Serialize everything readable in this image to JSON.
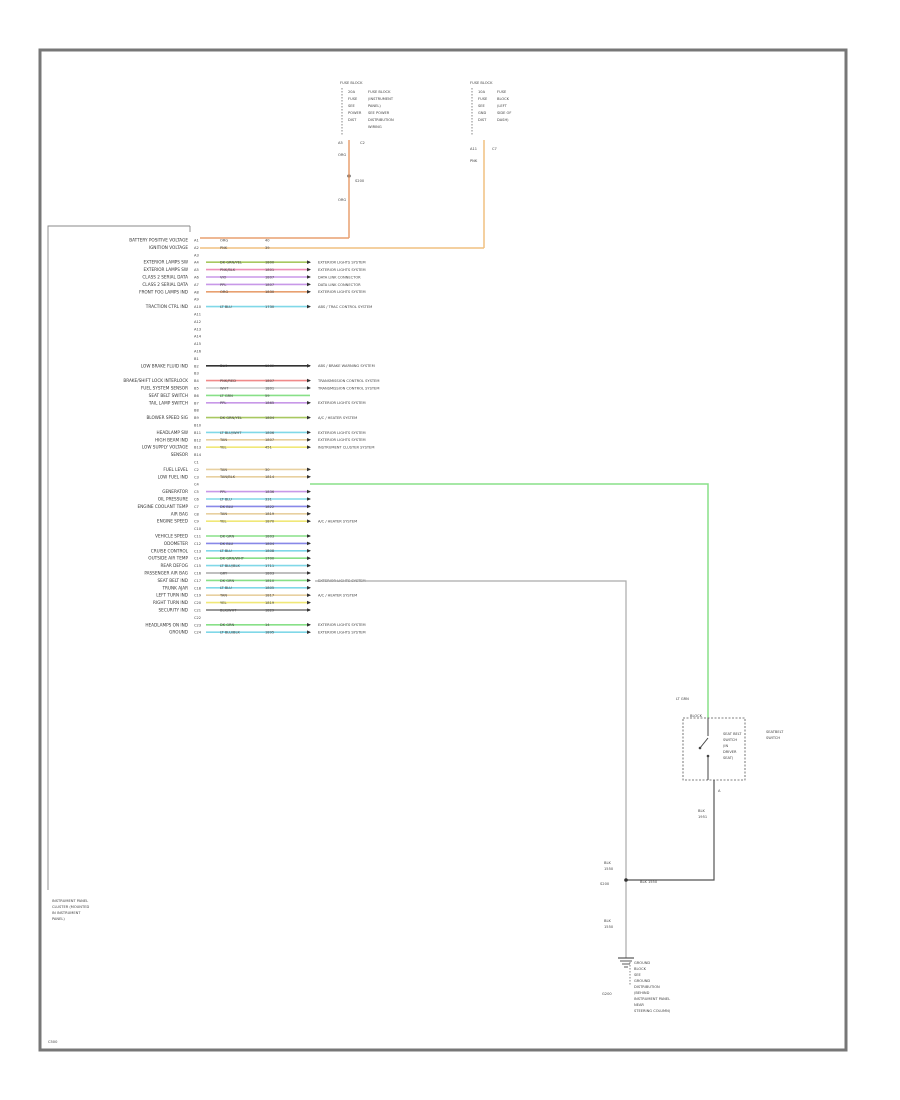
{
  "colors": {
    "frame": "#777777",
    "wire_red": "#e8a070",
    "wire_pink": "#ee8fb8",
    "wire_pink_red": "#f08a8a",
    "wire_dkgreen_yellow": "#a8c860",
    "wire_violet": "#c898e8",
    "wire_orange": "#f0b070",
    "wire_ltblue": "#80d8e8",
    "wire_black": "#333333",
    "wire_black_white": "#777777",
    "wire_ltgreen": "#88e088",
    "wire_tan": "#e8d0a0",
    "wire_yellow": "#f0e878",
    "wire_white": "#cccccc",
    "wire_dkblue": "#8888e8",
    "wire_brown": "#c8a078",
    "wire_gray": "#aaaaaa"
  },
  "fuse_block_left": {
    "title": "FUSE BLOCK",
    "lines": [
      "20A",
      "FUSE",
      "SEE",
      "POWER",
      "DIST"
    ],
    "desc": [
      "FUSE BLOCK",
      "(INSTRUMENT",
      "PANEL)",
      "SEE POWER",
      "DISTRIBUTION",
      "WIRING"
    ]
  },
  "fuse_block_right": {
    "title": "FUSE BLOCK",
    "lines": [
      "10A",
      "FUSE",
      "SEE",
      "GND",
      "DIST"
    ],
    "desc": [
      "FUSE",
      "BLOCK",
      "(LEFT",
      "SIDE OF",
      "DASH)"
    ]
  },
  "ipc_caption": [
    "INSTRUMENT PANEL",
    "CLUSTER (MOUNTED",
    "IN INSTRUMENT",
    "PANEL)"
  ],
  "ipc_rows": [
    {
      "pin": "A1",
      "label": "BATTERY POSITIVE VOLTAGE",
      "wire": "ORG",
      "code": "40"
    },
    {
      "pin": "A2",
      "label": "IGNITION VOLTAGE",
      "wire": "PNK",
      "code": "39"
    },
    {
      "pin": "A3",
      "label": "",
      "wire": "",
      "code": ""
    },
    {
      "pin": "A4",
      "label": "EXTERIOR LAMPS SW",
      "wire": "DK GRN/YEL",
      "code": "1800",
      "dest": "EXTERIOR LIGHTS SYSTEM"
    },
    {
      "pin": "A5",
      "label": "EXTERIOR LAMPS SW",
      "wire": "PNK/BLK",
      "code": "1801",
      "dest": "EXTERIOR LIGHTS SYSTEM"
    },
    {
      "pin": "A6",
      "label": "CLASS 2 SERIAL DATA",
      "wire": "VIO",
      "code": "1807",
      "dest": "DATA LINK CONNECTOR"
    },
    {
      "pin": "A7",
      "label": "CLASS 2 SERIAL DATA",
      "wire": "PPL",
      "code": "1807",
      "dest": "DATA LINK CONNECTOR"
    },
    {
      "pin": "A8",
      "label": "FRONT FOG LAMPS IND",
      "wire": "ORG",
      "code": "1830",
      "dest": "EXTERIOR LIGHTS SYSTEM"
    },
    {
      "pin": "A9",
      "label": "",
      "wire": "",
      "code": ""
    },
    {
      "pin": "A10",
      "label": "TRACTION CTRL IND",
      "wire": "LT BLU",
      "code": "1730",
      "dest": "ABS / TRAC CONTROL SYSTEM"
    },
    {
      "pin": "A11",
      "label": "",
      "wire": "",
      "code": ""
    },
    {
      "pin": "A12",
      "label": "",
      "wire": "",
      "code": ""
    },
    {
      "pin": "A13",
      "label": "",
      "wire": "",
      "code": ""
    },
    {
      "pin": "A14",
      "label": "",
      "wire": "",
      "code": ""
    },
    {
      "pin": "A15",
      "label": "",
      "wire": "",
      "code": ""
    },
    {
      "pin": "A16",
      "label": "",
      "wire": "",
      "code": ""
    },
    {
      "pin": "B1",
      "label": "",
      "wire": "",
      "code": ""
    },
    {
      "pin": "B2",
      "label": "LOW BRAKE FLUID IND",
      "wire": "BLK",
      "code": "1969",
      "dest": "ABS / BRAKE WARNING SYSTEM"
    },
    {
      "pin": "B3",
      "label": "",
      "wire": "",
      "code": ""
    },
    {
      "pin": "B4",
      "label": "BRAKE/SHIFT LOCK INTERLOCK",
      "wire": "PNK/RED",
      "code": "1807",
      "dest": "TRANSMISSION CONTROL SYSTEM"
    },
    {
      "pin": "B5",
      "label": "FUEL SYSTEM SENSOR",
      "wire": "WHT",
      "code": "1801",
      "dest": "TRANSMISSION CONTROL SYSTEM"
    },
    {
      "pin": "B6",
      "label": "SEAT BELT SWITCH",
      "wire": "LT GRN",
      "code": "59",
      "dest": ""
    },
    {
      "pin": "B7",
      "label": "TAIL LAMP SWITCH",
      "wire": "PPL",
      "code": "1865",
      "dest": "EXTERIOR LIGHTS SYSTEM"
    },
    {
      "pin": "B8",
      "label": "",
      "wire": "",
      "code": ""
    },
    {
      "pin": "B9",
      "label": "BLOWER SPEED SIG",
      "wire": "DK GRN/YEL",
      "code": "1804",
      "dest": "A/C / HEATER SYSTEM"
    },
    {
      "pin": "B10",
      "label": "",
      "wire": "",
      "code": ""
    },
    {
      "pin": "B11",
      "label": "HEADLAMP SW",
      "wire": "LT BLU/WHT",
      "code": "1806",
      "dest": "EXTERIOR LIGHTS SYSTEM"
    },
    {
      "pin": "B12",
      "label": "HIGH BEAM IND",
      "wire": "TAN",
      "code": "1807",
      "dest": "EXTERIOR LIGHTS SYSTEM"
    },
    {
      "pin": "B13",
      "label": "LOW SUPPLY VOLTAGE",
      "wire": "YEL",
      "code": "451",
      "dest": "INSTRUMENT CLUSTER SYSTEM"
    },
    {
      "pin": "B14",
      "label": "SENSOR",
      "wire": "",
      "code": ""
    },
    {
      "pin": "C1",
      "label": "",
      "wire": "",
      "code": ""
    },
    {
      "pin": "C2",
      "label": "FUEL LEVEL",
      "wire": "TAN",
      "code": "30"
    },
    {
      "pin": "C3",
      "label": "LOW FUEL IND",
      "wire": "TAN/BLK",
      "code": "1814"
    },
    {
      "pin": "C4",
      "label": "",
      "wire": "",
      "code": ""
    },
    {
      "pin": "C5",
      "label": "GENERATOR",
      "wire": "PPL",
      "code": "1836"
    },
    {
      "pin": "C6",
      "label": "OIL PRESSURE",
      "wire": "LT BLU",
      "code": "331"
    },
    {
      "pin": "C7",
      "label": "ENGINE COOLANT TEMP",
      "wire": "DK BLU",
      "code": "1822"
    },
    {
      "pin": "C8",
      "label": "AIR BAG",
      "wire": "TAN",
      "code": "1819"
    },
    {
      "pin": "C9",
      "label": "ENGINE SPEED",
      "wire": "YEL",
      "code": "1870",
      "dest": "A/C / HEATER SYSTEM"
    },
    {
      "pin": "C10",
      "label": "",
      "wire": "",
      "code": ""
    },
    {
      "pin": "C11",
      "label": "VEHICLE SPEED",
      "wire": "DK GRN",
      "code": "1803"
    },
    {
      "pin": "C12",
      "label": "ODOMETER",
      "wire": "DK BLU",
      "code": "1804"
    },
    {
      "pin": "C13",
      "label": "CRUISE CONTROL",
      "wire": "LT BLU",
      "code": "1808"
    },
    {
      "pin": "C14",
      "label": "OUTSIDE AIR TEMP",
      "wire": "DK GRN/WHT",
      "code": "1700"
    },
    {
      "pin": "C15",
      "label": "REAR DEFOG",
      "wire": "LT BLU/BLK",
      "code": "1711"
    },
    {
      "pin": "C16",
      "label": "PASSENGER AIR BAG",
      "wire": "GRY",
      "code": "1803"
    },
    {
      "pin": "C17",
      "label": "SEAT BELT IND",
      "wire": "DK GRN",
      "code": "1810",
      "dest": "EXTERIOR LIGHTS SYSTEM"
    },
    {
      "pin": "C18",
      "label": "TRUNK AJAR",
      "wire": "LT BLU",
      "code": "1805"
    },
    {
      "pin": "C19",
      "label": "LEFT TURN IND",
      "wire": "TAN",
      "code": "1817",
      "dest": "A/C / HEATER SYSTEM"
    },
    {
      "pin": "C20",
      "label": "RIGHT TURN IND",
      "wire": "YEL",
      "code": "1819"
    },
    {
      "pin": "C21",
      "label": "SECURITY IND",
      "wire": "BLK/WHT",
      "code": "1829"
    },
    {
      "pin": "C22",
      "label": "",
      "wire": "",
      "code": ""
    },
    {
      "pin": "C23",
      "label": "HEADLAMPS ON IND",
      "wire": "DK GRN",
      "code": "14",
      "dest": "EXTERIOR LIGHTS SYSTEM"
    },
    {
      "pin": "C24",
      "label": "GROUND",
      "wire": "LT BLU/BLK",
      "code": "1895",
      "dest": "EXTERIOR LIGHTS SYSTEM"
    }
  ],
  "switch": {
    "title": "LT GRN",
    "conn": "BLOCK",
    "desc": [
      "SEAT BELT",
      "SWITCH",
      "(IN",
      "DRIVER",
      "SEAT)"
    ],
    "pin": "A",
    "wire_below": [
      "BLK",
      "1951"
    ]
  },
  "ground_splice": {
    "wire_left_top": [
      "BLK",
      "1550"
    ],
    "splice": "S200",
    "label": "BLK 1550",
    "wire_left_bottom": [
      "BLK",
      "1550"
    ],
    "gnd": "G200",
    "desc": [
      "GROUND",
      "BLOCK",
      "SEE",
      "GROUND",
      "DISTRIBUTION",
      "(BEHIND",
      "INSTRUMENT PANEL",
      "NEAR",
      "STEERING COLUMN)"
    ]
  },
  "footer_ref": "C500"
}
